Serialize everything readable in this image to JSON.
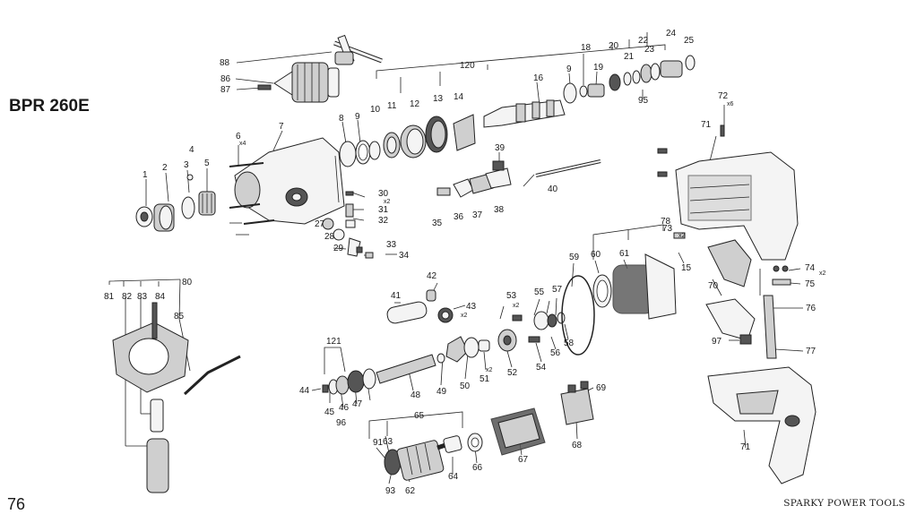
{
  "document": {
    "model_title": "BPR 260E",
    "page_number": "76",
    "brand_footer": "SPARKY POWER TOOLS"
  },
  "part_labels": [
    {
      "id": "1",
      "text": "1"
    },
    {
      "id": "2",
      "text": "2"
    },
    {
      "id": "3",
      "text": "3"
    },
    {
      "id": "4",
      "text": "4"
    },
    {
      "id": "5",
      "text": "5"
    },
    {
      "id": "6",
      "text": "6",
      "qty": "x4"
    },
    {
      "id": "7",
      "text": "7"
    },
    {
      "id": "8",
      "text": "8"
    },
    {
      "id": "9a",
      "text": "9"
    },
    {
      "id": "10",
      "text": "10"
    },
    {
      "id": "11",
      "text": "11"
    },
    {
      "id": "12",
      "text": "12"
    },
    {
      "id": "13",
      "text": "13"
    },
    {
      "id": "14",
      "text": "14"
    },
    {
      "id": "15",
      "text": "15"
    },
    {
      "id": "16",
      "text": "16"
    },
    {
      "id": "9b",
      "text": "9"
    },
    {
      "id": "18",
      "text": "18"
    },
    {
      "id": "19",
      "text": "19"
    },
    {
      "id": "20",
      "text": "20"
    },
    {
      "id": "21",
      "text": "21"
    },
    {
      "id": "22",
      "text": "22"
    },
    {
      "id": "23",
      "text": "23"
    },
    {
      "id": "24",
      "text": "24"
    },
    {
      "id": "25",
      "text": "25"
    },
    {
      "id": "27",
      "text": "27"
    },
    {
      "id": "28",
      "text": "28"
    },
    {
      "id": "29",
      "text": "29"
    },
    {
      "id": "30",
      "text": "30",
      "qty": "x2"
    },
    {
      "id": "31",
      "text": "31"
    },
    {
      "id": "32",
      "text": "32"
    },
    {
      "id": "33",
      "text": "33"
    },
    {
      "id": "34",
      "text": "34"
    },
    {
      "id": "35",
      "text": "35"
    },
    {
      "id": "36",
      "text": "36"
    },
    {
      "id": "37",
      "text": "37"
    },
    {
      "id": "38",
      "text": "38"
    },
    {
      "id": "39",
      "text": "39"
    },
    {
      "id": "40",
      "text": "40"
    },
    {
      "id": "41",
      "text": "41"
    },
    {
      "id": "42",
      "text": "42"
    },
    {
      "id": "43",
      "text": "43",
      "qty": "x2"
    },
    {
      "id": "44",
      "text": "44"
    },
    {
      "id": "45",
      "text": "45"
    },
    {
      "id": "46",
      "text": "46"
    },
    {
      "id": "47",
      "text": "47"
    },
    {
      "id": "48",
      "text": "48"
    },
    {
      "id": "49",
      "text": "49"
    },
    {
      "id": "50",
      "text": "50"
    },
    {
      "id": "51",
      "text": "51",
      "qty": "x2"
    },
    {
      "id": "52",
      "text": "52"
    },
    {
      "id": "53",
      "text": "53",
      "qty": "x2"
    },
    {
      "id": "54",
      "text": "54"
    },
    {
      "id": "55",
      "text": "55"
    },
    {
      "id": "56",
      "text": "56"
    },
    {
      "id": "57",
      "text": "57"
    },
    {
      "id": "58",
      "text": "58"
    },
    {
      "id": "59",
      "text": "59"
    },
    {
      "id": "60",
      "text": "60"
    },
    {
      "id": "61",
      "text": "61"
    },
    {
      "id": "62",
      "text": "62"
    },
    {
      "id": "63",
      "text": "63"
    },
    {
      "id": "64",
      "text": "64"
    },
    {
      "id": "65",
      "text": "65"
    },
    {
      "id": "66",
      "text": "66"
    },
    {
      "id": "67",
      "text": "67"
    },
    {
      "id": "68",
      "text": "68"
    },
    {
      "id": "69",
      "text": "69"
    },
    {
      "id": "70",
      "text": "70"
    },
    {
      "id": "71a",
      "text": "71"
    },
    {
      "id": "71b",
      "text": "71"
    },
    {
      "id": "72",
      "text": "72",
      "qty": "x6"
    },
    {
      "id": "73",
      "text": "73",
      "qty": "x2"
    },
    {
      "id": "74",
      "text": "74",
      "qty": "x2"
    },
    {
      "id": "75",
      "text": "75"
    },
    {
      "id": "76",
      "text": "76"
    },
    {
      "id": "77",
      "text": "77"
    },
    {
      "id": "78",
      "text": "78"
    },
    {
      "id": "80",
      "text": "80"
    },
    {
      "id": "81",
      "text": "81"
    },
    {
      "id": "82",
      "text": "82"
    },
    {
      "id": "83",
      "text": "83"
    },
    {
      "id": "84",
      "text": "84"
    },
    {
      "id": "85",
      "text": "85"
    },
    {
      "id": "86",
      "text": "86"
    },
    {
      "id": "87",
      "text": "87"
    },
    {
      "id": "88",
      "text": "88"
    },
    {
      "id": "91",
      "text": "91"
    },
    {
      "id": "93",
      "text": "93"
    },
    {
      "id": "95",
      "text": "95"
    },
    {
      "id": "96",
      "text": "96"
    },
    {
      "id": "97",
      "text": "97"
    },
    {
      "id": "120",
      "text": "120"
    },
    {
      "id": "121",
      "text": "121"
    }
  ]
}
